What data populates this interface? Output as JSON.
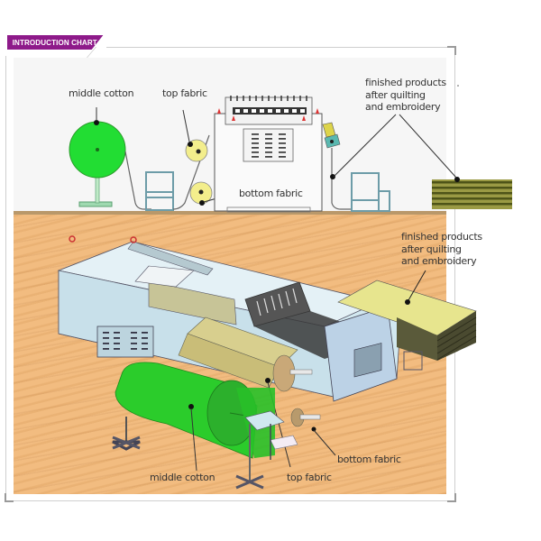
{
  "header": {
    "section_tag": "INTRODUCTION CHART"
  },
  "top_diagram": {
    "labels": {
      "middle_cotton": "middle cotton",
      "top_fabric": "top fabric",
      "bottom_fabric": "bottom fabric",
      "finished_products": "finished products\nafter quilting\nand embroidery"
    }
  },
  "bottom_diagram": {
    "labels": {
      "finished_products": "finished products\nafter quilting\nand embroidery",
      "middle_cotton": "middle cotton",
      "top_fabric": "top fabric",
      "bottom_fabric": "bottom fabric"
    }
  },
  "colors": {
    "tag_bg": "#8e1a8a",
    "cotton_green": "#22dd33",
    "fabric_yellow": "#f3ee8c",
    "product_olive": "#9a9a44",
    "wood": "#f2bc80",
    "machine_blue": "#cfe6f0"
  }
}
